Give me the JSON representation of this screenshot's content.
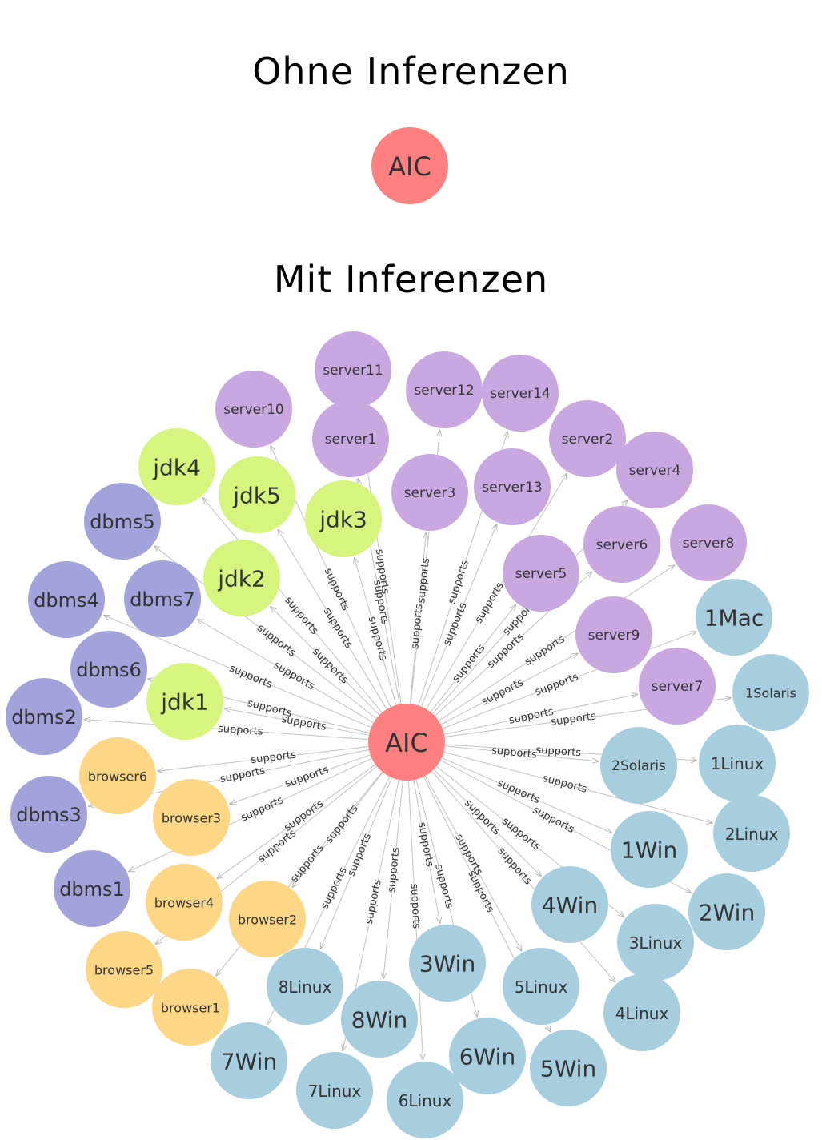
{
  "titles": {
    "top": "Ohne Inferenzen",
    "bottom": "Mit Inferenzen"
  },
  "colors": {
    "aic": "#ff8080",
    "server": "#c9a8e2",
    "jdk": "#d6f57f",
    "dbms": "#a3a3dc",
    "browser": "#fdd686",
    "os": "#a6cedf"
  },
  "edge_label": "supports",
  "center": {
    "id": "AIC",
    "label": "AIC"
  },
  "top_node": {
    "label": "AIC",
    "category": "aic"
  },
  "nodes": [
    {
      "id": "server11",
      "label": "server11",
      "category": "server"
    },
    {
      "id": "server10",
      "label": "server10",
      "category": "server"
    },
    {
      "id": "server1",
      "label": "server1",
      "category": "server"
    },
    {
      "id": "server12",
      "label": "server12",
      "category": "server"
    },
    {
      "id": "server14",
      "label": "server14",
      "category": "server"
    },
    {
      "id": "server2",
      "label": "server2",
      "category": "server"
    },
    {
      "id": "server3",
      "label": "server3",
      "category": "server"
    },
    {
      "id": "server13",
      "label": "server13",
      "category": "server"
    },
    {
      "id": "server4",
      "label": "server4",
      "category": "server"
    },
    {
      "id": "server6",
      "label": "server6",
      "category": "server"
    },
    {
      "id": "server8",
      "label": "server8",
      "category": "server"
    },
    {
      "id": "server5",
      "label": "server5",
      "category": "server"
    },
    {
      "id": "server9",
      "label": "server9",
      "category": "server"
    },
    {
      "id": "server7",
      "label": "server7",
      "category": "server"
    },
    {
      "id": "jdk4",
      "label": "jdk4",
      "category": "jdk"
    },
    {
      "id": "jdk5",
      "label": "jdk5",
      "category": "jdk"
    },
    {
      "id": "jdk3",
      "label": "jdk3",
      "category": "jdk"
    },
    {
      "id": "jdk2",
      "label": "jdk2",
      "category": "jdk"
    },
    {
      "id": "jdk1",
      "label": "jdk1",
      "category": "jdk"
    },
    {
      "id": "dbms5",
      "label": "dbms5",
      "category": "dbms"
    },
    {
      "id": "dbms4",
      "label": "dbms4",
      "category": "dbms"
    },
    {
      "id": "dbms7",
      "label": "dbms7",
      "category": "dbms"
    },
    {
      "id": "dbms6",
      "label": "dbms6",
      "category": "dbms"
    },
    {
      "id": "dbms2",
      "label": "dbms2",
      "category": "dbms"
    },
    {
      "id": "dbms3",
      "label": "dbms3",
      "category": "dbms"
    },
    {
      "id": "dbms1",
      "label": "dbms1",
      "category": "dbms"
    },
    {
      "id": "browser6",
      "label": "browser6",
      "category": "browser"
    },
    {
      "id": "browser3",
      "label": "browser3",
      "category": "browser"
    },
    {
      "id": "browser4",
      "label": "browser4",
      "category": "browser"
    },
    {
      "id": "browser2",
      "label": "browser2",
      "category": "browser"
    },
    {
      "id": "browser5",
      "label": "browser5",
      "category": "browser"
    },
    {
      "id": "browser1",
      "label": "browser1",
      "category": "browser"
    },
    {
      "id": "1Mac",
      "label": "1Mac",
      "category": "os"
    },
    {
      "id": "1Solaris",
      "label": "1Solaris",
      "category": "os"
    },
    {
      "id": "2Solaris",
      "label": "2Solaris",
      "category": "os"
    },
    {
      "id": "1Linux",
      "label": "1Linux",
      "category": "os"
    },
    {
      "id": "2Linux",
      "label": "2Linux",
      "category": "os"
    },
    {
      "id": "1Win",
      "label": "1Win",
      "category": "os"
    },
    {
      "id": "2Win",
      "label": "2Win",
      "category": "os"
    },
    {
      "id": "4Win",
      "label": "4Win",
      "category": "os"
    },
    {
      "id": "3Linux",
      "label": "3Linux",
      "category": "os"
    },
    {
      "id": "4Linux",
      "label": "4Linux",
      "category": "os"
    },
    {
      "id": "3Win",
      "label": "3Win",
      "category": "os"
    },
    {
      "id": "5Linux",
      "label": "5Linux",
      "category": "os"
    },
    {
      "id": "5Win",
      "label": "5Win",
      "category": "os"
    },
    {
      "id": "6Win",
      "label": "6Win",
      "category": "os"
    },
    {
      "id": "6Linux",
      "label": "6Linux",
      "category": "os"
    },
    {
      "id": "8Linux",
      "label": "8Linux",
      "category": "os"
    },
    {
      "id": "8Win",
      "label": "8Win",
      "category": "os"
    },
    {
      "id": "7Win",
      "label": "7Win",
      "category": "os"
    },
    {
      "id": "7Linux",
      "label": "7Linux",
      "category": "os"
    }
  ]
}
